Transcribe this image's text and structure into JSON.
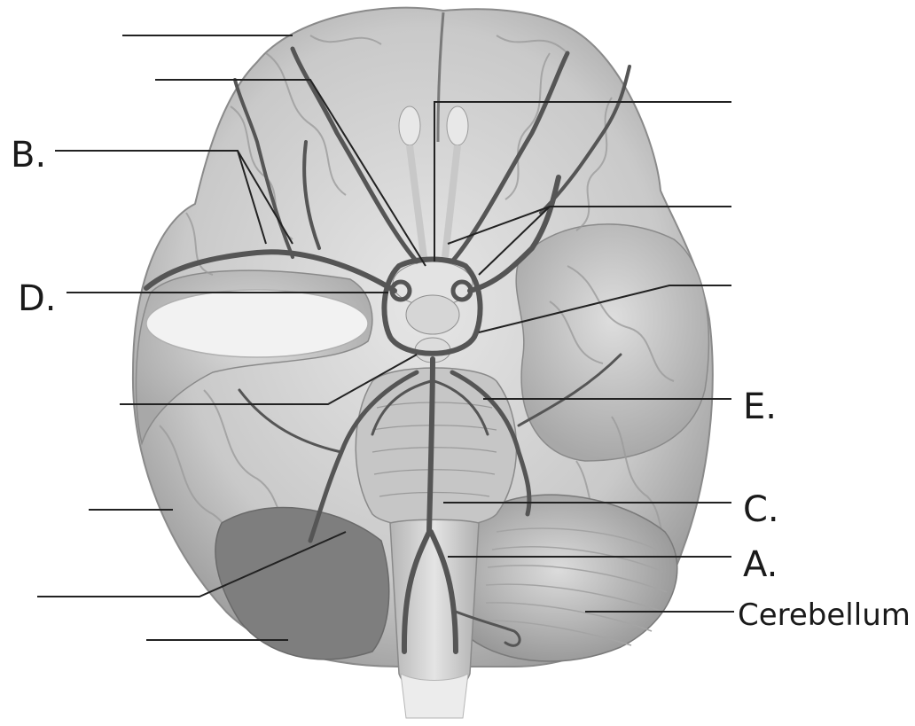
{
  "diagram": {
    "labels": {
      "b": "B.",
      "d": "D.",
      "e": "E.",
      "c": "C.",
      "a": "A.",
      "cerebellum": "Cerebellum"
    }
  }
}
